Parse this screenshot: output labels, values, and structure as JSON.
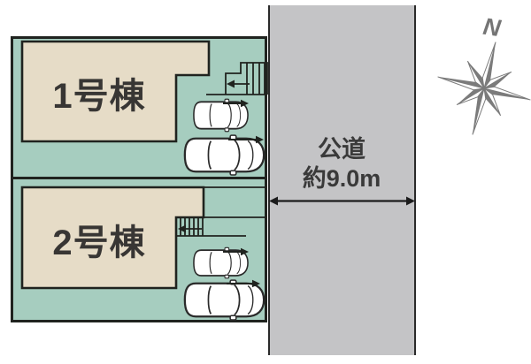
{
  "site_plan": {
    "lot1": {
      "building_label": "1号棟"
    },
    "lot2": {
      "building_label": "2号棟"
    },
    "road": {
      "name_line": "公道",
      "width_line": "約9.0m"
    },
    "compass": {
      "north_label": "N"
    },
    "colors": {
      "lot_fill": "#a6cdbf",
      "building_fill": "#e6dcc7",
      "road_fill": "#c4c4c6",
      "outline": "#20231f",
      "compass_gray": "#7b7b7b",
      "text_dark": "#383634"
    }
  }
}
